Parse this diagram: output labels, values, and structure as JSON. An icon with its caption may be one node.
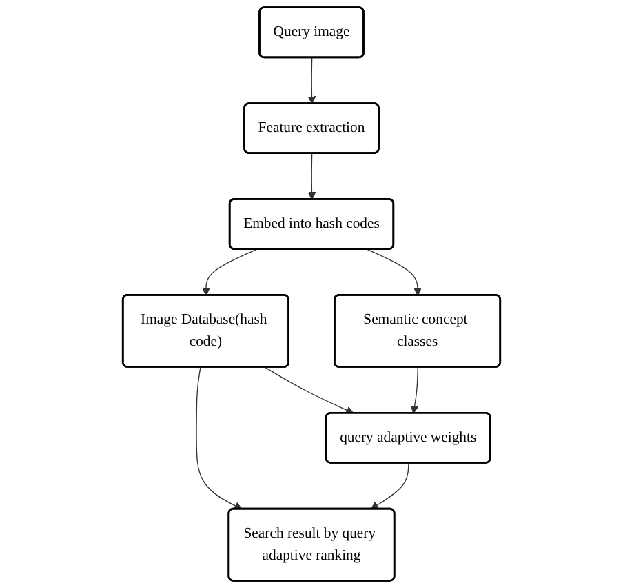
{
  "diagram": {
    "nodes": [
      {
        "text": [
          "Query image"
        ]
      },
      {
        "text": [
          "Feature extraction"
        ]
      },
      {
        "text": [
          "Embed into hash codes"
        ]
      },
      {
        "text": [
          "Semantic concept classes"
        ]
      },
      {
        "text": [
          "Search result by query adaptive ranking"
        ]
      },
      {
        "text": [
          "Image Database(hash code)"
        ]
      },
      {
        "text": [
          "query adaptive weights"
        ]
      }
    ],
    "edges": [
      {
        "from": 0,
        "to": 1,
        "arrow": "to"
      },
      {
        "from": 1,
        "to": 2,
        "arrow": "to"
      },
      {
        "from": 2,
        "to": 3,
        "arrow": "to"
      },
      {
        "from": 2,
        "to": 5,
        "arrow": "to"
      },
      {
        "from": 5,
        "to": 4,
        "arrow": "to"
      },
      {
        "from": 5,
        "to": 6,
        "arrow": "to"
      },
      {
        "from": 3,
        "to": 6,
        "arrow": "to"
      },
      {
        "from": 6,
        "to": 4,
        "arrow": "to"
      }
    ]
  }
}
